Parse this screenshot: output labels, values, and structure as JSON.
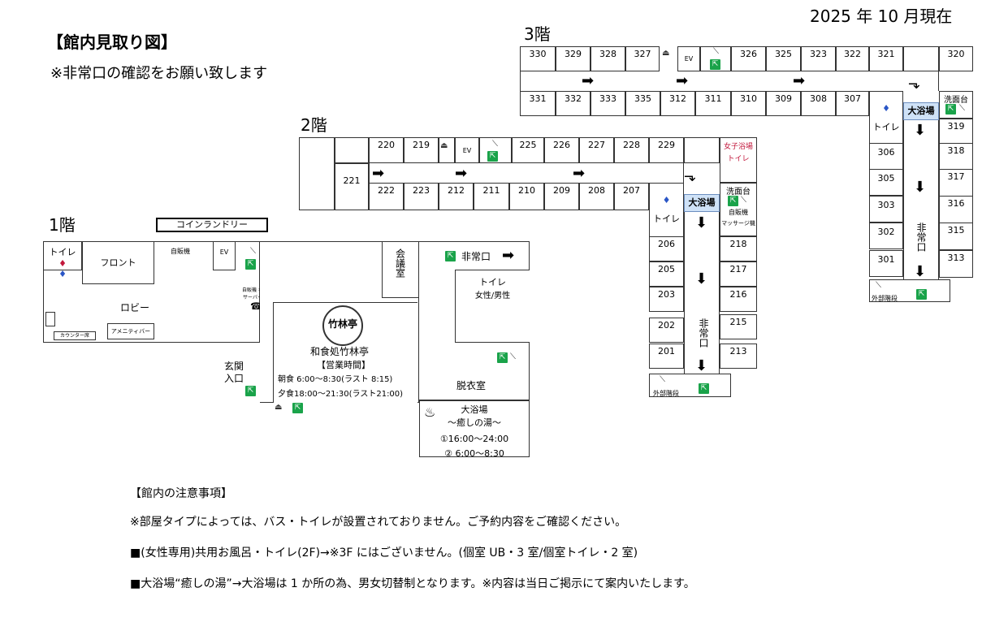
{
  "header": {
    "date": "2025 年 10 月現在",
    "title": "【館内見取り図】",
    "subtitle": "※非常口の確認をお願い致します"
  },
  "floor3": {
    "label": "3階",
    "top_rooms": [
      "330",
      "329",
      "328",
      "327",
      "326",
      "325",
      "323",
      "322",
      "321",
      "320"
    ],
    "bottom_rooms": [
      "331",
      "332",
      "333",
      "335",
      "312",
      "311",
      "310",
      "309",
      "308",
      "307"
    ],
    "right_col_left": [
      "306",
      "305",
      "303",
      "302",
      "301"
    ],
    "right_col_right": [
      "319",
      "318",
      "317",
      "316",
      "315",
      "313"
    ],
    "ev": "EV",
    "washstand": "洗面台",
    "bath": "大浴場",
    "toilet": "トイレ",
    "emergency": "非常口",
    "outside_stairs": "外部階段"
  },
  "floor2": {
    "label": "2階",
    "top_rooms": [
      "220",
      "219",
      "225",
      "226",
      "227",
      "228",
      "229"
    ],
    "left_room": "221",
    "bottom_rooms": [
      "222",
      "223",
      "212",
      "211",
      "210",
      "209",
      "208",
      "207"
    ],
    "col_left": [
      "206",
      "205",
      "203",
      "202",
      "201"
    ],
    "col_right": [
      "218",
      "217",
      "216",
      "215",
      "213"
    ],
    "ev": "EV",
    "womens_bath": "女子浴場",
    "womens_toilet": "トイレ",
    "washstand": "洗面台",
    "bath": "大浴場",
    "vending": "自販機",
    "massage": "マッサージ機",
    "toilet": "トイレ",
    "emergency": "非常口",
    "outside_stairs": "外部階段"
  },
  "floor1": {
    "label": "1階",
    "laundry": "コインランドリー",
    "toilet": "トイレ",
    "front": "フロント",
    "vending": "自販機",
    "ev": "EV",
    "lobby": "ロビー",
    "counter_seats": "カウンター席",
    "amenity": "アメニティバー",
    "water_server": "自販機 ホサーバー",
    "meeting": "会議室",
    "emergency_exit": "非常口",
    "toilet_mf": "トイレ",
    "toilet_mf_sub": "女性/男性",
    "restaurant_logo": "竹林亭",
    "restaurant_name": "和食処竹林亭",
    "hours_title": "【営業時間】",
    "breakfast": "朝食 6:00～8:30(ラスト 8:15)",
    "dinner": "夕食18:00～21:30(ラスト21:00)",
    "entrance_1": "玄関",
    "entrance_2": "入口",
    "dressing": "脱衣室",
    "bath_name": "大浴場",
    "bath_sub": "～癒しの湯～",
    "bath_time1": "①16:00～24:00",
    "bath_time2": "② 6:00～8:30"
  },
  "notes": {
    "heading": "【館内の注意事項】",
    "line1": "※部屋タイプによっては、バス・トイレが設置されておりません。ご予約内容をご確認ください。",
    "line2": "■(女性専用)共用お風呂・トイレ(2F)→※3F にはございません。(個室 UB・3 室/個室トイレ・2 室)",
    "line3": "■大浴場“癒しの湯”→大浴場は 1 か所の為、男女切替制となります。※内容は当日ご掲示にて案内いたします。"
  },
  "icons": {
    "exit": "exit-sign-icon",
    "stairs": "stairs-icon",
    "arrow": "corridor-arrow-icon",
    "phone": "phone-icon",
    "bath": "hot-spring-icon",
    "shoe": "shoe-icon"
  },
  "colors": {
    "exit_green": "#1aa34a",
    "bath_blue": "#cfe2f7",
    "women_red": "#c2183c"
  }
}
